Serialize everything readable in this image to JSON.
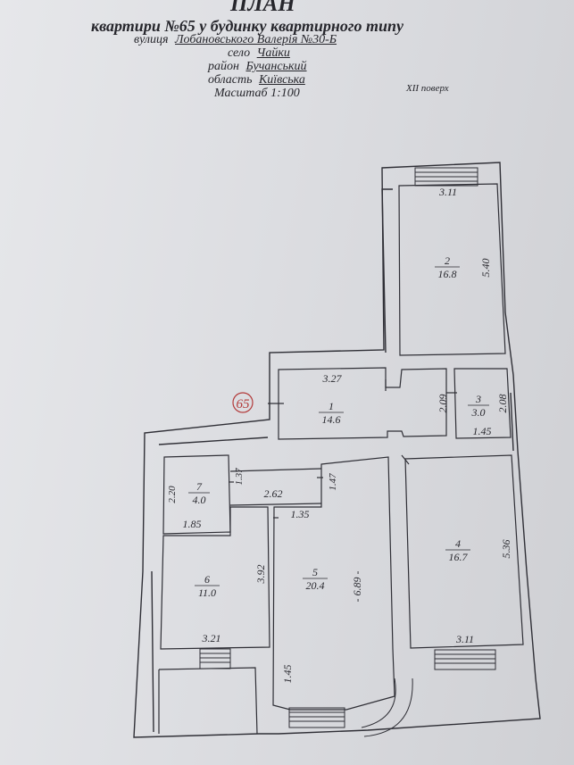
{
  "header": {
    "title": "ПЛАН",
    "subtitle": "квартири №65 у будинку квартирного типу",
    "street_label": "вулиця",
    "street_value": "Лобановського Валерія №30-Б",
    "village_label": "село",
    "village_value": "Чайки",
    "district_label": "район",
    "district_value": "Бучанський",
    "region_label": "область",
    "region_value": "Київська",
    "scale": "Масштаб 1:100",
    "floor": "XII поверх"
  },
  "apartment_marker": "65",
  "rooms": [
    {
      "number": "1",
      "area": "14.6"
    },
    {
      "number": "2",
      "area": "16.8"
    },
    {
      "number": "3",
      "area": "3.0"
    },
    {
      "number": "4",
      "area": "16.7"
    },
    {
      "number": "5",
      "area": "20.4"
    },
    {
      "number": "6",
      "area": "11.0"
    },
    {
      "number": "7",
      "area": "4.0"
    }
  ],
  "dimensions": {
    "r2_width": "3.11",
    "r2_length": "5.40",
    "r1_width": "3.27",
    "r1_height": "2.09",
    "r3_height": "2.08",
    "r3_width": "1.45",
    "r7_height": "2.20",
    "r7_right": "1.37",
    "r7_width": "1.85",
    "corridor_width": "2.62",
    "corridor_height": "1.47",
    "corridor_bottom": "1.35",
    "r4_length": "5.36",
    "r4_width": "3.11",
    "r5_length": "- 6.89 -",
    "r6_height": "3.92",
    "r6_width": "3.21",
    "balcony_width": "1.45"
  },
  "colors": {
    "ink": "#2a2a30",
    "stamp_red": "#b23a3a",
    "paper": "#e2e3e6"
  }
}
